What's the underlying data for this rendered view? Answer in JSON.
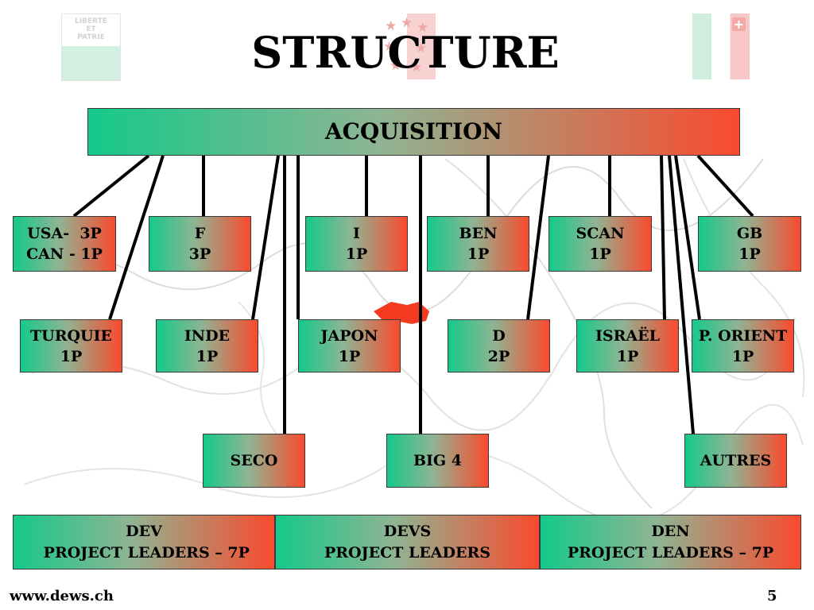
{
  "title": "STRUCTURE",
  "flags": {
    "left_motto": [
      "LIBERTÉ",
      "ET",
      "PATRIE"
    ]
  },
  "header_box": {
    "label": "ACQUISITION"
  },
  "nodes": {
    "usa": {
      "line1": "USA-  3P",
      "line2": "CAN - 1P"
    },
    "f": {
      "line1": "F",
      "line2": "3P"
    },
    "i": {
      "line1": "I",
      "line2": "1P"
    },
    "ben": {
      "line1": "BEN",
      "line2": "1P"
    },
    "scan": {
      "line1": "SCAN",
      "line2": "1P"
    },
    "gb": {
      "line1": "GB",
      "line2": "1P"
    },
    "turquie": {
      "line1": "TURQUIE",
      "line2": "1P"
    },
    "inde": {
      "line1": "INDE",
      "line2": "1P"
    },
    "japon": {
      "line1": "JAPON",
      "line2": "1P"
    },
    "d": {
      "line1": "D",
      "line2": "2P"
    },
    "israel": {
      "line1": "ISRAËL",
      "line2": "1P"
    },
    "orient": {
      "line1": "P. ORIENT",
      "line2": "1P"
    },
    "seco": {
      "line1": "SECO"
    },
    "big4": {
      "line1": "BIG 4"
    },
    "autres": {
      "line1": "AUTRES"
    }
  },
  "bottom": {
    "dev": {
      "line1": "DEV",
      "line2": " PROJECT LEADERS – 7P"
    },
    "devs": {
      "line1": "DEVS",
      "line2": "PROJECT LEADERS"
    },
    "den": {
      "line1": "DEN",
      "line2": "PROJECT LEADERS – 7P"
    }
  },
  "footer": {
    "website": "www.dews.ch",
    "page": "5"
  }
}
